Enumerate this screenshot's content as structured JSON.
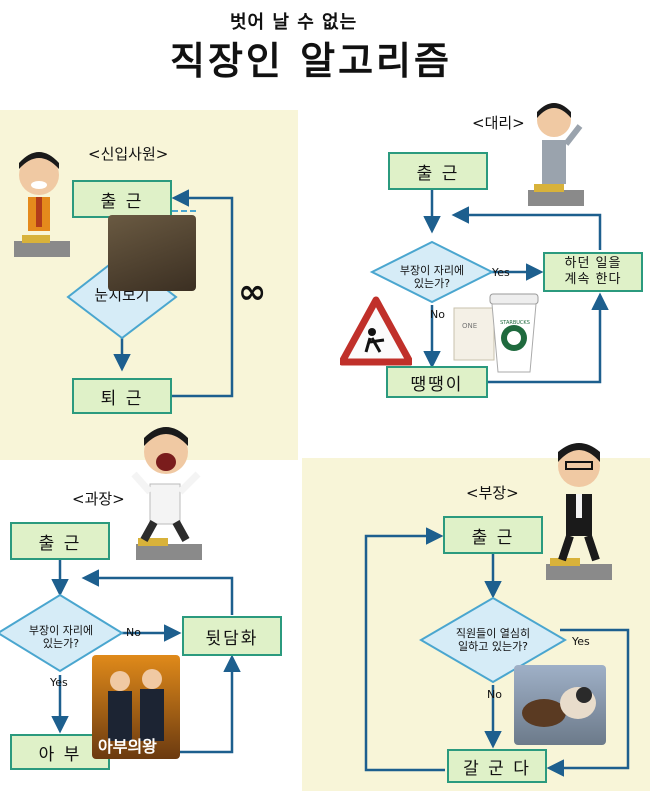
{
  "header": {
    "subtitle": "벗어 날 수 없는",
    "title": "직장인 알고리즘"
  },
  "panels": {
    "newbie": {
      "label": "<신입사원>",
      "start": "출 근",
      "decision": "눈치보기",
      "end": "퇴 근",
      "loop_symbol": "∞"
    },
    "assistant_manager": {
      "label": "<대리>",
      "start": "출 근",
      "decision": "부장이 자리에\n있는가?",
      "yes_label": "Yes",
      "no_label": "No",
      "yes_action": "하던 일을\n계속 한다",
      "no_action": "땡땡이"
    },
    "section_chief": {
      "label": "<과장>",
      "start": "출 근",
      "decision": "부장이 자리에\n있는가?",
      "yes_label": "Yes",
      "no_label": "No",
      "no_action": "뒷담화",
      "yes_action": "아 부",
      "movie_title": "아부의왕"
    },
    "general_manager": {
      "label": "<부장>",
      "start": "출 근",
      "decision": "직원들이 열심히\n일하고 있는가?",
      "yes_label": "Yes",
      "no_label": "No",
      "action": "갈 군 다"
    }
  },
  "cup_brand": "STARBUCKS",
  "cup_brand2": "ONE",
  "colors": {
    "panel_bg": "#f8f5d8",
    "box_fill": "#dff1c8",
    "box_border": "#2b9a7e",
    "diamond_fill": "#d6ecf7",
    "diamond_border": "#4aa6cf",
    "arrow": "#1d5f8e"
  }
}
